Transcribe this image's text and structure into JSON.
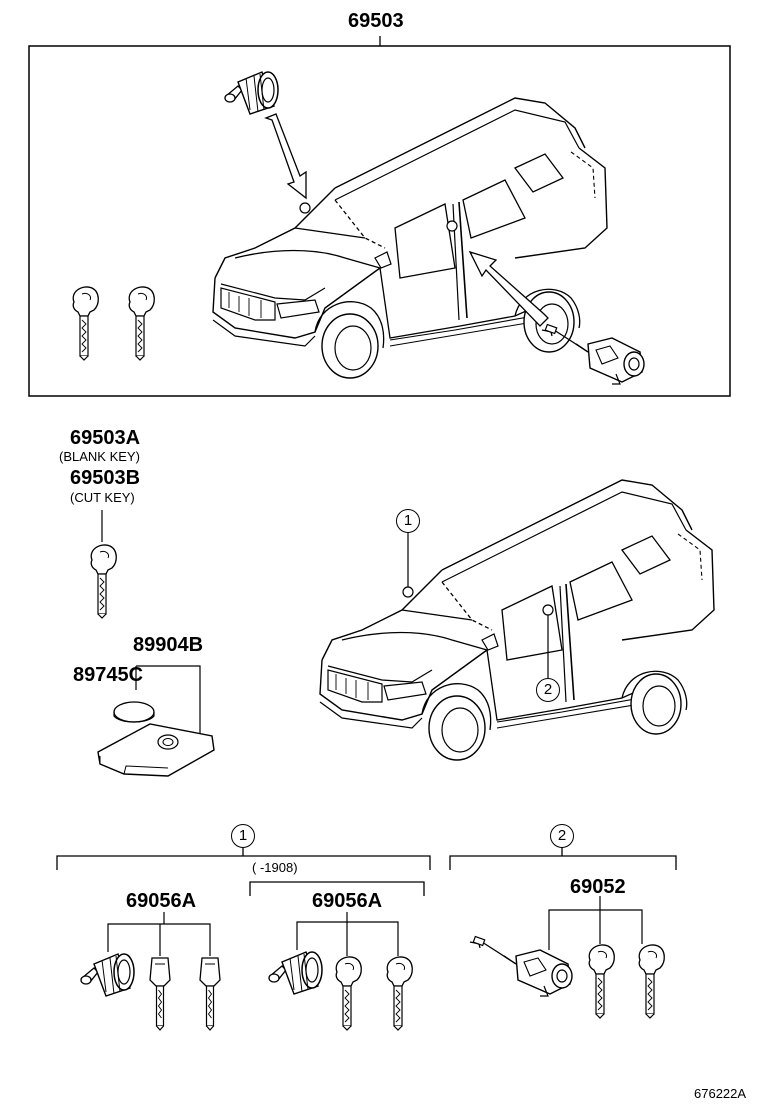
{
  "labels": {
    "top_assembly": "69503",
    "blank_key_pn": "69503A",
    "blank_key_note": "(BLANK KEY)",
    "cut_key_pn": "69503B",
    "cut_key_note": "(CUT KEY)",
    "transmitter_pn": "89904B",
    "battery_pn": "89745C",
    "left_set_pn": "69056A",
    "middle_set_pn": "69056A",
    "middle_set_range": "(      -1908)",
    "right_set_pn": "69052",
    "circle_1": "1",
    "circle_2": "2",
    "section_1": "1",
    "section_2": "2",
    "reference_code": "676222A"
  },
  "icons": [
    "vehicle-suv-icon",
    "hood-lock-cylinder-icon",
    "door-lock-cylinder-icon",
    "key-icon",
    "transmitter-fob-icon",
    "battery-coin-icon"
  ]
}
